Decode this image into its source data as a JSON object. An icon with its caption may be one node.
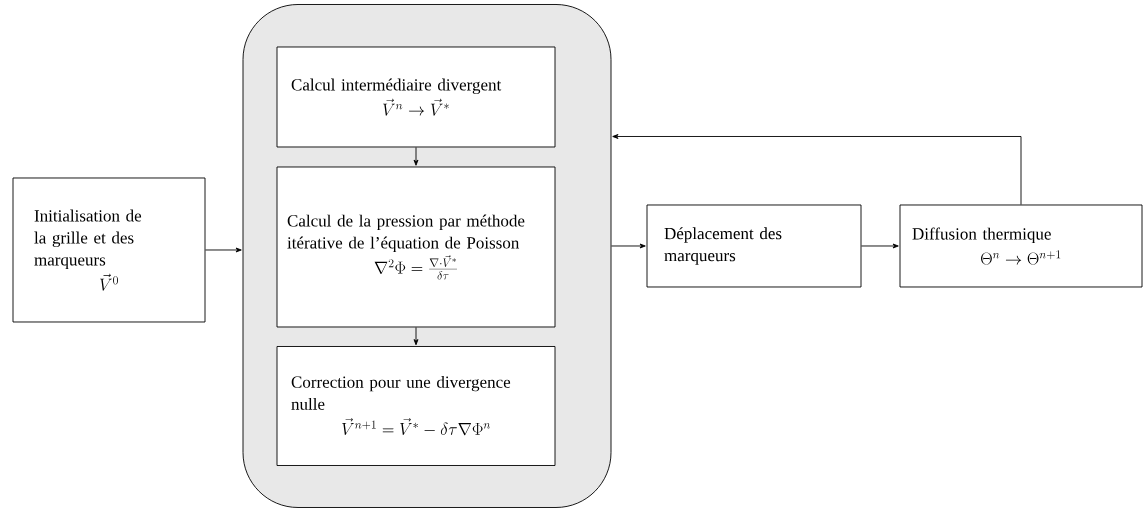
{
  "diagram": {
    "nodes": [
      {
        "text": [
          "Initialisation de la grille et des marqueurs",
          "\\vec{V}^0"
        ]
      },
      {
        "text": [],
        "shape": "box"
      },
      {
        "text": [
          "Calcul intermédiaire divergent",
          "\\vec{V}^n \\rightarrow \\vec{V}^*"
        ],
        "in": 1
      },
      {
        "text": [
          "Calcul de la pression par méthode itérative de l’équation de Poisson",
          "\\nabla^2\\Phi = \\frac{\\nabla\\cdot\\vec{V}^*}{\\delta\\tau}"
        ],
        "in": 1
      },
      {
        "text": [
          "Correction pour une divergence nulle",
          "\\vec{V}^{n+1} = \\vec{V}^* - \\delta\\tau\\nabla\\Phi^n"
        ],
        "in": 1
      },
      {
        "text": [
          "Déplacement des marqueurs"
        ]
      },
      {
        "text": [
          "Diffusion thermique",
          "\\Theta^n \\rightarrow \\Theta^{n+1}"
        ]
      }
    ],
    "edges": [
      {
        "from": 0,
        "to": 1,
        "arrow": "to"
      },
      {
        "from": 2,
        "to": 3,
        "arrow": "to"
      },
      {
        "from": 3,
        "to": 4,
        "arrow": "to"
      },
      {
        "from": 1,
        "to": 5,
        "arrow": "to"
      },
      {
        "from": 5,
        "to": 6,
        "arrow": "to"
      },
      {
        "from": 6,
        "to": 1,
        "arrow": "to"
      }
    ]
  }
}
